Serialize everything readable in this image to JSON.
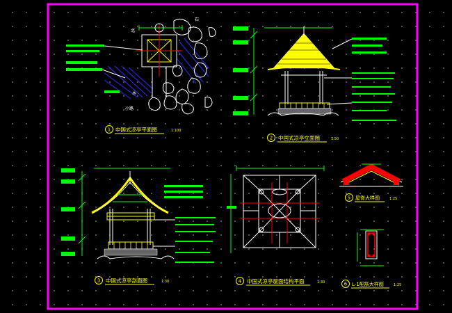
{
  "sheet": {
    "background": "#000000",
    "frame_color": "#ff00ff",
    "line_color": "#ffffff",
    "hatch_color": "#2b2bff",
    "label_color": "#ffff00",
    "note_color": "#00ff00",
    "axis_color": "#ff0000"
  },
  "views": [
    {
      "number": "1",
      "title": "中国式凉亭平面图",
      "scale": "1:100"
    },
    {
      "number": "2",
      "title": "中国式凉亭立面图",
      "scale": "1:50"
    },
    {
      "number": "3",
      "title": "中国式凉亭剖面图",
      "scale": "1:30"
    },
    {
      "number": "4",
      "title": "中国式凉亭屋面结构平面",
      "scale": "1:30"
    },
    {
      "number": "5",
      "title": "屋脊大样图",
      "scale": "1:25"
    },
    {
      "number": "6",
      "title": "L-1配筋大样图",
      "scale": "1:25"
    }
  ],
  "plan_labels": {
    "north": "北",
    "stone": "石",
    "water": "水",
    "path": "小路"
  }
}
